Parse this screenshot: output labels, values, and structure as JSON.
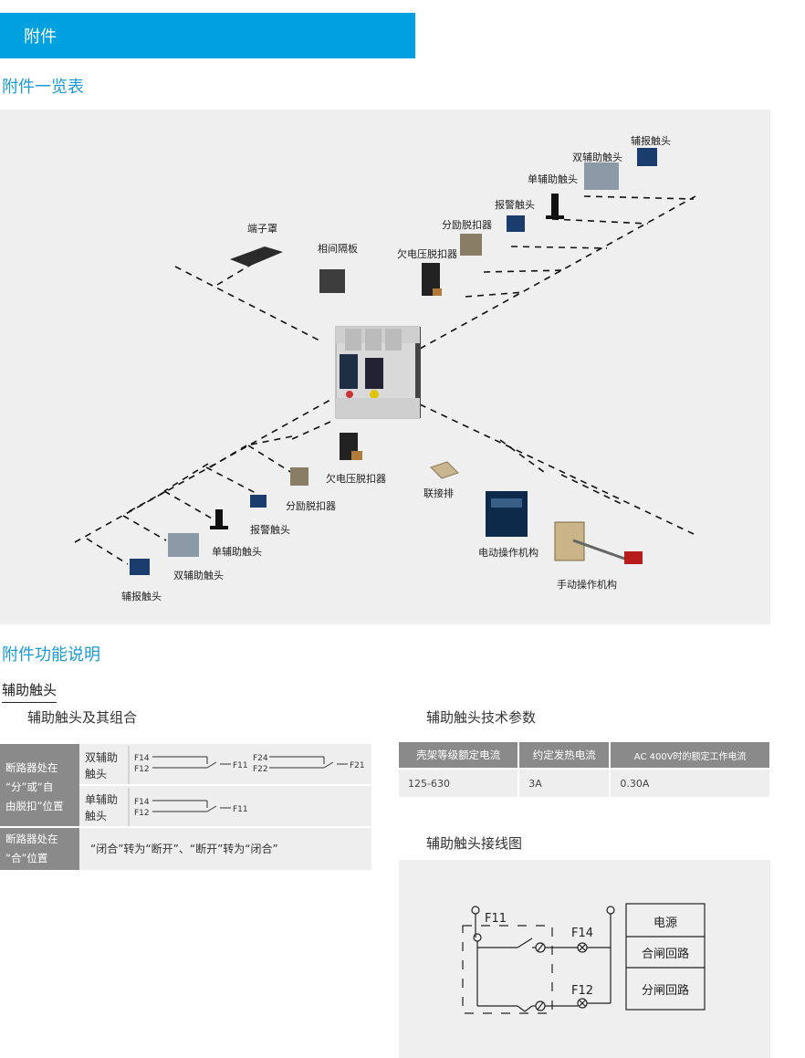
{
  "header": {
    "title": "附件"
  },
  "sections": {
    "overview_title": "附件一览表",
    "function_title": "附件功能说明"
  },
  "diagram": {
    "top_labels": {
      "terminal_cover": "端子罩",
      "phase_barrier": "相间隔板",
      "undervoltage_release": "欠电压脱扣器",
      "shunt_release": "分励脱扣器",
      "alarm_contact": "报警触头",
      "single_aux_contact": "单辅助触头",
      "double_aux_contact": "双辅助触头",
      "aux_alarm_contact": "辅报触头"
    },
    "bottom_labels": {
      "undervoltage_release": "欠电压脱扣器",
      "shunt_release": "分励脱扣器",
      "alarm_contact": "报警触头",
      "single_aux_contact": "单辅助触头",
      "double_aux_contact": "双辅助触头",
      "aux_alarm_contact": "辅报触头",
      "link_bar": "联接排",
      "motor_operator": "电动操作机构",
      "manual_operator": "手动操作机构"
    }
  },
  "aux_contact": {
    "heading": "辅助触头",
    "combo_caption": "辅助触头及其组合",
    "params_caption": "辅助触头技术参数",
    "wiring_caption": "辅助触头接线图"
  },
  "combo_table": {
    "row1_state_line1": "断路器处在",
    "row1_state_line2": "“分”或“自",
    "row1_state_line3": "由脱扣”位置",
    "double_name_line1": "双辅助",
    "double_name_line2": "触头",
    "single_name_line1": "单辅助",
    "single_name_line2": "触头",
    "row2_state_line1": "断路器处在",
    "row2_state_line2": "“合”位置",
    "row2_note": "“闭合”转为“断开”、“断开”转为“闭合”",
    "terminals": {
      "f14": "F14",
      "f12": "F12",
      "f11": "F11",
      "f24": "F24",
      "f22": "F22",
      "f21": "F21"
    }
  },
  "params_table": {
    "headers": [
      "壳架等级额定电流",
      "约定发热电流",
      "AC 400V时的额定工作电流"
    ],
    "rows": [
      [
        "125-630",
        "3A",
        "0.30A"
      ]
    ]
  },
  "wiring": {
    "f11": "F11",
    "f14": "F14",
    "f12": "F12",
    "box_power": "电源",
    "box_close": "合闸回路",
    "box_open": "分闸回路"
  },
  "colors": {
    "accent": "#00a0e1",
    "title_blue": "#1a9ad6",
    "table_header": "#8a8a8a",
    "panel_bg": "#efefef"
  }
}
